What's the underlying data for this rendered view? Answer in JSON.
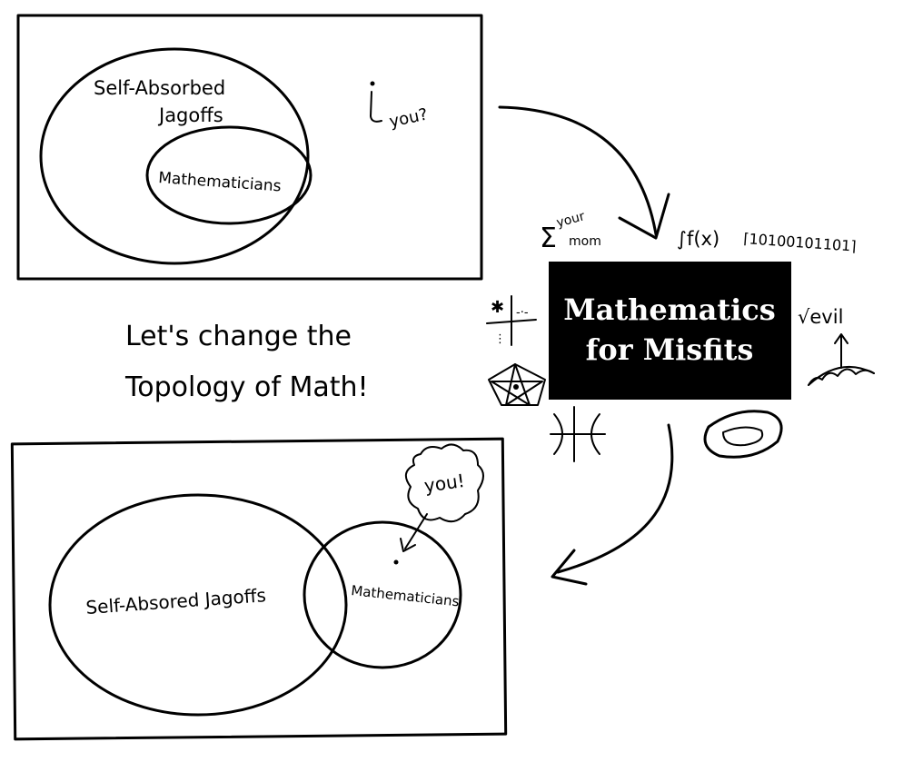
{
  "top_diagram": {
    "outer_label_line1": "Self-Absorbed",
    "outer_label_line2": "Jagoffs",
    "inner_label": "Mathematicians",
    "pointer_label": "you?"
  },
  "bottom_diagram": {
    "left_label": "Self-Absored Jagoffs",
    "right_label": "Mathematicians",
    "cloud_label": "you!"
  },
  "tagline": {
    "line1": "Let's change the",
    "line2": "Topology of Math!"
  },
  "title_box": {
    "line1": "Mathematics",
    "line2": "for Misfits"
  },
  "doodles": {
    "sum": "Σ",
    "sum_label_line1": "your",
    "sum_label_line2": "mom",
    "integral": "∫f(x)",
    "binary": "⌈10100101101⌉",
    "sqrt_evil": "√evil"
  }
}
